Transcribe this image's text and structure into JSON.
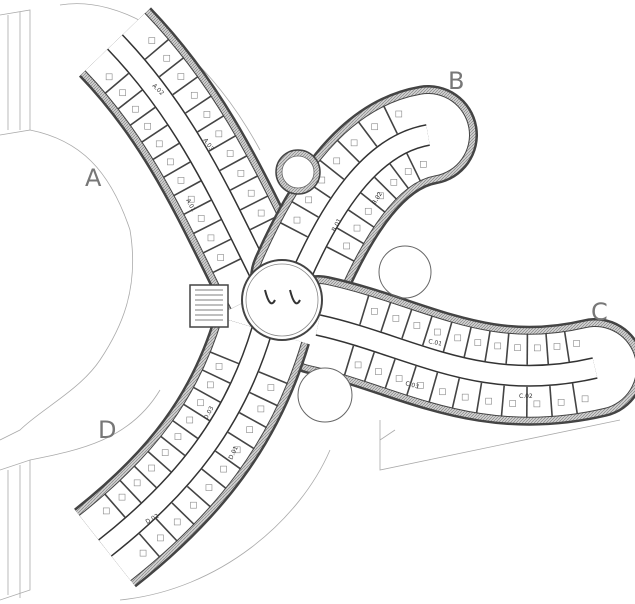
{
  "wings": [
    {
      "label": "A",
      "rooms": [
        "A.01",
        "A.02",
        "A.03"
      ]
    },
    {
      "label": "B",
      "rooms": [
        "B.01",
        "B.02"
      ]
    },
    {
      "label": "C",
      "rooms": [
        "C.01",
        "C.02",
        "C.03"
      ]
    },
    {
      "label": "D",
      "rooms": [
        "D.01",
        "D.02",
        "D.03"
      ]
    }
  ],
  "colors": {
    "wall": "#444444",
    "hatch": "#bdbdbd",
    "line": "#999999"
  }
}
